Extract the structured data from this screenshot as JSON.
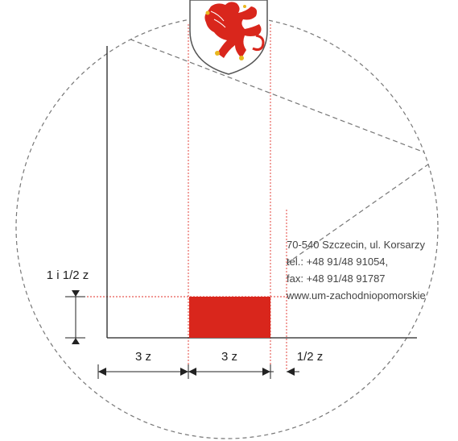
{
  "colors": {
    "accent_red": "#d9261c",
    "guide_red": "#e0302a",
    "line": "#222222",
    "dashed": "#777777"
  },
  "emblem": {
    "icon": "griffin-coat-of-arms-icon"
  },
  "address_lines": [
    "70-540 Szczecin, ul. Korsarzy",
    "tel.: +48 91/48 91054,",
    "fax: +48 91/48 91787",
    "www.um-zachodniopomorskie"
  ],
  "dimensions": {
    "height_label": "1 i 1/2 z",
    "left_width_label": "3 z",
    "middle_width_label": "3 z",
    "right_gap_label": "1/2 z"
  }
}
